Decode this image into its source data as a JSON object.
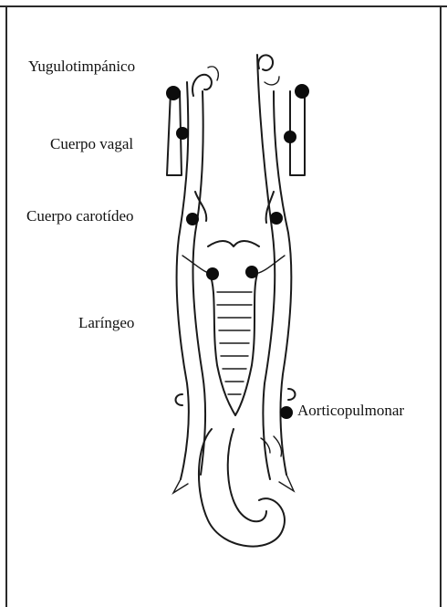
{
  "labels": {
    "yugulotimpanico": "Yugulotimpánico",
    "cuerpo_vagal": "Cuerpo vagal",
    "cuerpo_carotideo": "Cuerpo carotídeo",
    "laringeo": "Laríngeo",
    "aorticopulmonar": "Aorticopulmonar"
  }
}
